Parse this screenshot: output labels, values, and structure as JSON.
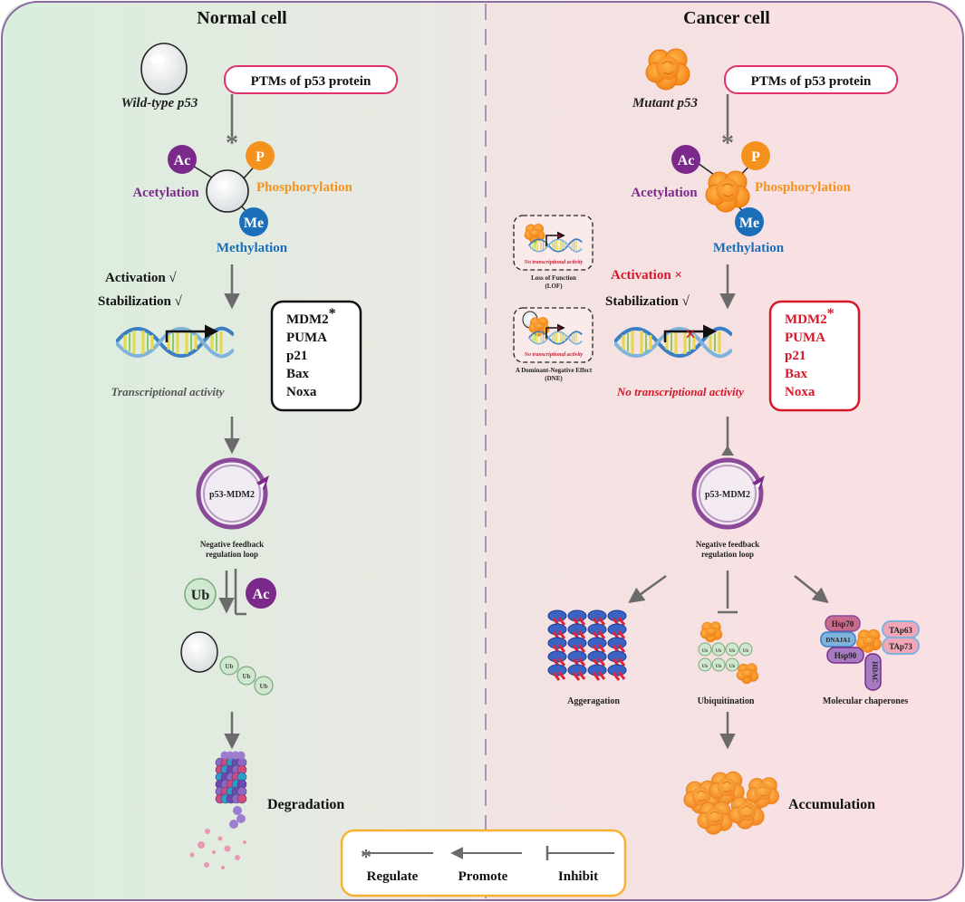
{
  "panels": {
    "normal": {
      "title": "Normal cell",
      "protein_label": "Wild-type p53",
      "ptm_box": "PTMs of p53 protein",
      "mods": {
        "ac": "Ac",
        "p": "P",
        "me": "Me",
        "acetylation": "Acetylation",
        "phosphorylation": "Phosphorylation",
        "methylation": "Methylation"
      },
      "activation": "Activation √",
      "stabilization": "Stabilization √",
      "dna_caption": "Transcriptional activity",
      "targets": [
        "MDM2",
        "PUMA",
        "p21",
        "Bax",
        "Noxa"
      ],
      "target_star": "*",
      "loop_label": "p53-MDM2",
      "loop_caption_1": "Negative feedback",
      "loop_caption_2": "regulation loop",
      "ub": "Ub",
      "ac": "Ac",
      "ub_small": "Ub",
      "degradation": "Degradation"
    },
    "cancer": {
      "title": "Cancer cell",
      "protein_label": "Mutant p53",
      "ptm_box": "PTMs of p53 protein",
      "mods": {
        "ac": "Ac",
        "p": "P",
        "me": "Me",
        "acetylation": "Acetylation",
        "phosphorylation": "Phosphorylation",
        "methylation": "Methylation"
      },
      "lof_inner": "No transcriptional activity",
      "lof_caption_1": "Loss of Function",
      "lof_caption_2": "(LOF)",
      "dne_inner": "No transcriptional activity",
      "dne_caption_1": "A Dominant-Negative Effect",
      "dne_caption_2": "(DNE)",
      "activation": "Activation ×",
      "stabilization": "Stabilization √",
      "dna_caption": "No transcriptional activity",
      "targets": [
        "MDM2",
        "PUMA",
        "p21",
        "Bax",
        "Noxa"
      ],
      "target_star": "*",
      "loop_label": "p53-MDM2",
      "loop_caption_1": "Negative feedback",
      "loop_caption_2": "regulation loop",
      "aggregation": "Aggeragation",
      "ubiquitination": "Ubiquitination",
      "chaperones": "Molecular chaperones",
      "hsp70": "Hsp70",
      "dnaja1": "DNAJA1",
      "hsp90": "Hsp90",
      "hdac": "HDAC",
      "tap63": "TAp63",
      "tap73": "TAp73",
      "ub_small": "Ub",
      "accumulation": "Accumulation"
    }
  },
  "legend": {
    "regulate": "Regulate",
    "promote": "Promote",
    "inhibit": "Inhibit",
    "star": "*"
  },
  "colors": {
    "purple": "#7b2a8c",
    "orange": "#f5921e",
    "blue": "#1b6fb8",
    "red": "#d7182a",
    "grey": "#6b6b6b",
    "pink_border": "#e0336a",
    "legend_border": "#f5b335"
  }
}
